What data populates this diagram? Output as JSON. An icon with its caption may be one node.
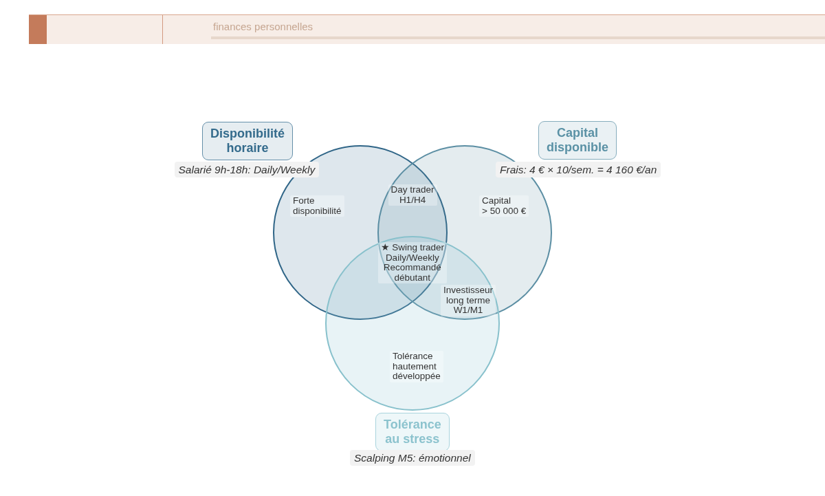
{
  "diagram": {
    "nodes": [
      {
        "text": [
          "Disponibilité horaire"
        ],
        "beside": [
          "Salarié 9h-18h: Daily/Weekly"
        ]
      },
      {
        "text": [
          "Capital disponible"
        ],
        "beside": [
          "Frais: 4 € × 10/sem. = 4 160 €/an"
        ]
      },
      {
        "text": [
          "Tolérance au stress"
        ],
        "beside": [
          "Scalping M5: émotionnel"
        ]
      }
    ],
    "labels": [
      "finances personnelles",
      "Day trader H1/H4",
      "Forte disponibilité",
      "Capital > 50 000 €",
      "★ Swing trader Daily/Weekly Recommandé débutant",
      "Investisseur long terme W1/M1",
      "Tolérance hautement développée"
    ]
  }
}
